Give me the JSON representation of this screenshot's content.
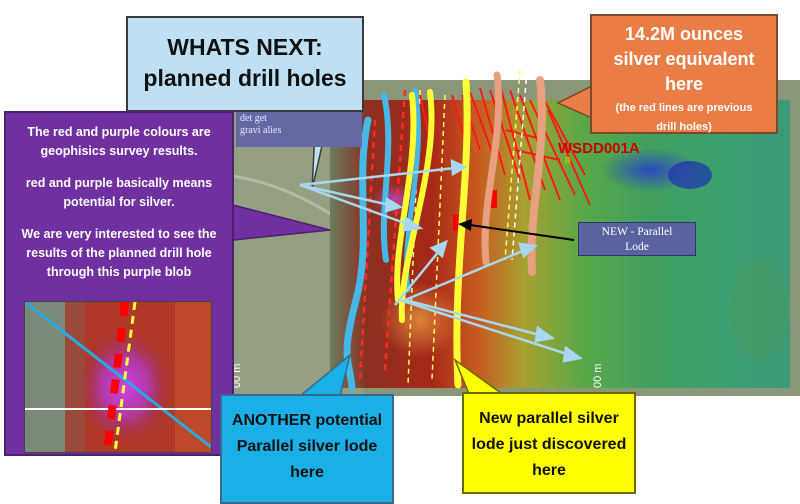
{
  "callouts": {
    "whats_next": [
      "WHATS NEXT:",
      "planned drill holes"
    ],
    "ounces": {
      "headline": [
        "14.2M ounces",
        "silver equivalent",
        "here"
      ],
      "note": [
        "(the red lines are previous",
        "drill holes)"
      ]
    },
    "purple": [
      "The red and  purple colours are geophisics survey results.",
      "red and purple basically means potential for silver.",
      "We are very interested to see the results of the planned drill hole through this purple blob"
    ],
    "another": [
      "ANOTHER potential",
      "Parallel silver lode",
      "here"
    ],
    "new_lode": [
      "New parallel silver",
      "lode just discovered",
      "here"
    ]
  },
  "map_labels": {
    "hole_id": "WSDD001A",
    "hole_suffix": "B",
    "new_lode": [
      "NEW - Parallel",
      "Lode"
    ],
    "gravity_fragment": [
      "det          get",
      "gravi          alies"
    ],
    "scale_left": "00 m",
    "scale_right": "00 m"
  },
  "colors": {
    "planned_hole": "#45b8e8",
    "lode_line": "#ffff33",
    "discovered_lode": "#e8a080",
    "previous_holes": "#ff1a1a",
    "callout_blue": "#bfe0f2",
    "callout_orange": "#ea7d45",
    "callout_purple": "#7030a0",
    "callout_cyan": "#1aafe6",
    "callout_yellow": "#ffff00"
  }
}
